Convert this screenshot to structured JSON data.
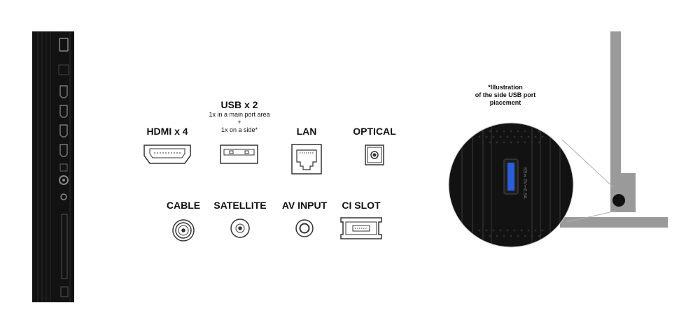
{
  "ports": {
    "hdmi": {
      "label": "HDMI x 4"
    },
    "usb": {
      "label": "USB x 2",
      "note_line1": "1x in a main port area",
      "note_plus": "+",
      "note_line2": "1x on a side*"
    },
    "lan": {
      "label": "LAN"
    },
    "optical": {
      "label": "OPTICAL"
    },
    "cable": {
      "label": "CABLE"
    },
    "satellite": {
      "label": "SATELLITE"
    },
    "av_input": {
      "label": "AV INPUT"
    },
    "ci_slot": {
      "label": "CI SLOT"
    }
  },
  "side_note": {
    "line1": "*Illustration",
    "line2": "of the side USB port",
    "line3": "placement"
  },
  "usb_port_text": "SS⇋ 5V⎓0.9A",
  "colors": {
    "panel": "#121212",
    "stand": "#9a9a9a",
    "icon_stroke": "#333333",
    "usb_blue": "#2b5fd9"
  }
}
